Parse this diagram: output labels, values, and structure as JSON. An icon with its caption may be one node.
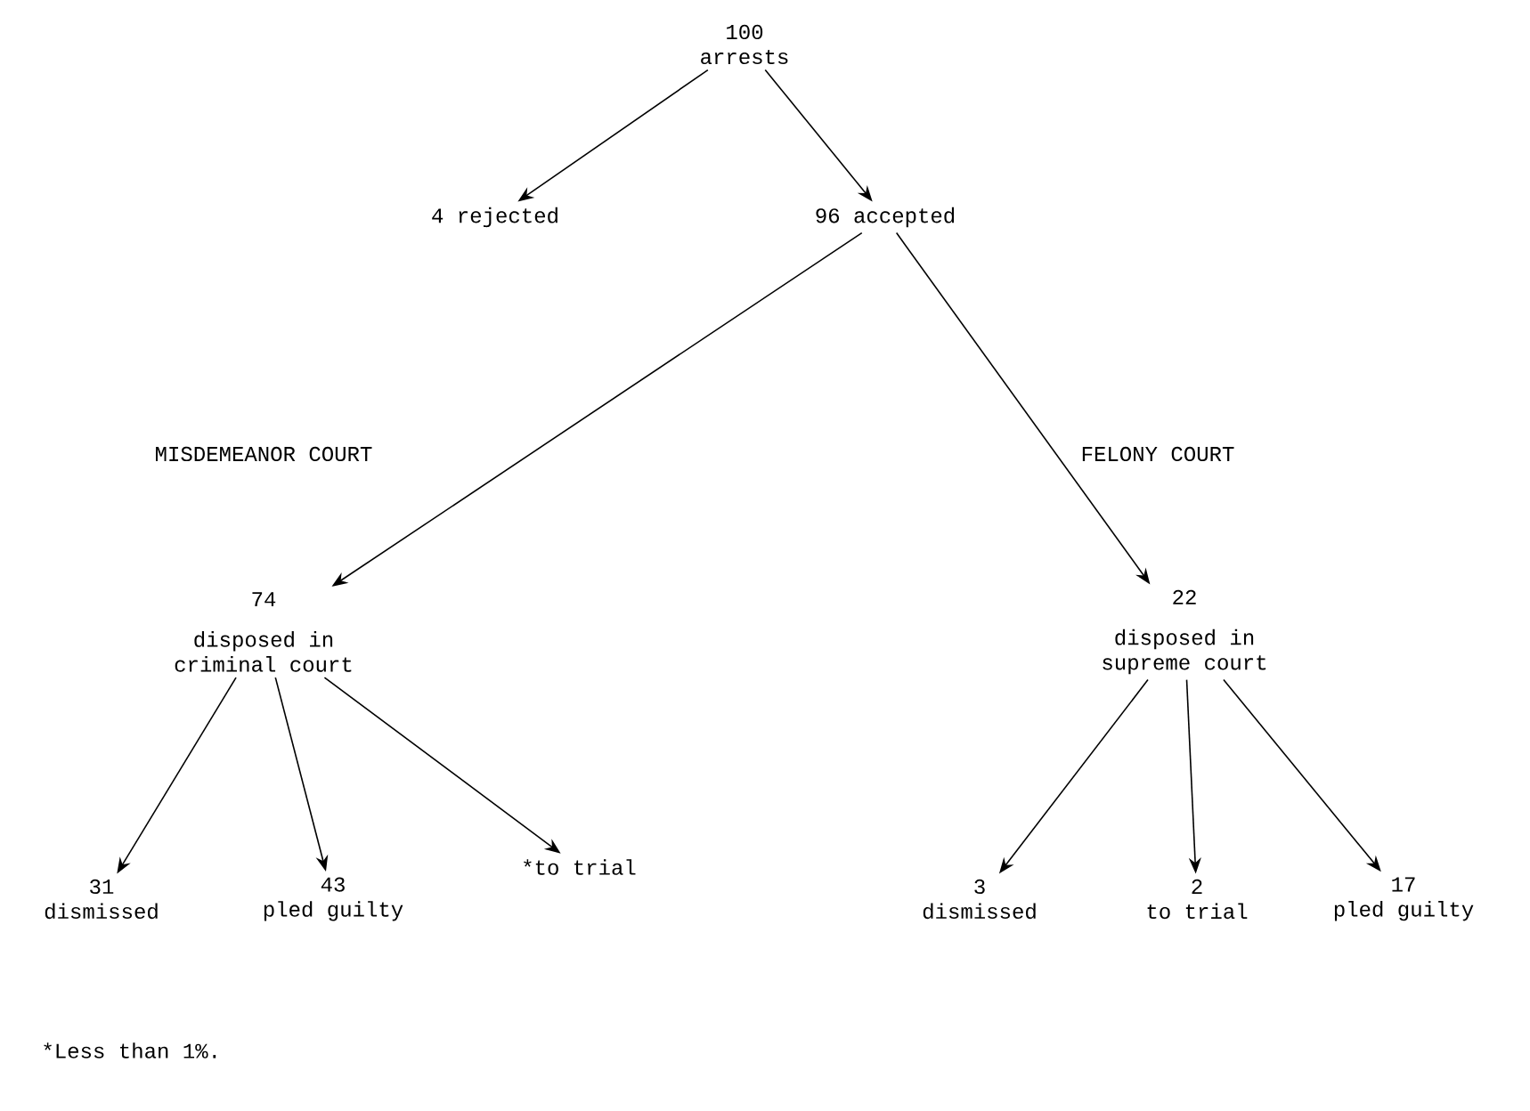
{
  "diagram": {
    "nodes": [
      {
        "text": [
          "100",
          "arrests"
        ]
      },
      {
        "text": [
          "4 rejected"
        ]
      },
      {
        "text": [
          "96 accepted"
        ]
      },
      {
        "text": [
          "74",
          "disposed in criminal court"
        ]
      },
      {
        "text": [
          "22",
          "disposed in supreme court"
        ]
      },
      {
        "text": [
          "31",
          "dismissed"
        ]
      },
      {
        "text": [
          "43",
          "pled guilty"
        ]
      },
      {
        "text": [
          "*to trial"
        ]
      },
      {
        "text": [
          "3",
          "dismissed"
        ]
      },
      {
        "text": [
          "2",
          "to trial"
        ]
      },
      {
        "text": [
          "17",
          "pled guilty"
        ]
      }
    ],
    "edges": [
      {
        "from": 0,
        "to": 1,
        "arrow": "to"
      },
      {
        "from": 0,
        "to": 2,
        "arrow": "to"
      },
      {
        "from": 2,
        "to": 3,
        "arrow": "to"
      },
      {
        "from": 2,
        "to": 4,
        "arrow": "to"
      },
      {
        "from": 3,
        "to": 5,
        "arrow": "to"
      },
      {
        "from": 3,
        "to": 6,
        "arrow": "to"
      },
      {
        "from": 3,
        "to": 7,
        "arrow": "to"
      },
      {
        "from": 4,
        "to": 8,
        "arrow": "to"
      },
      {
        "from": 4,
        "to": 9,
        "arrow": "to"
      },
      {
        "from": 4,
        "to": 10,
        "arrow": "to"
      }
    ],
    "labels": [
      "MISDEMEANOR COURT",
      "FELONY COURT",
      "*Less than 1%."
    ]
  }
}
